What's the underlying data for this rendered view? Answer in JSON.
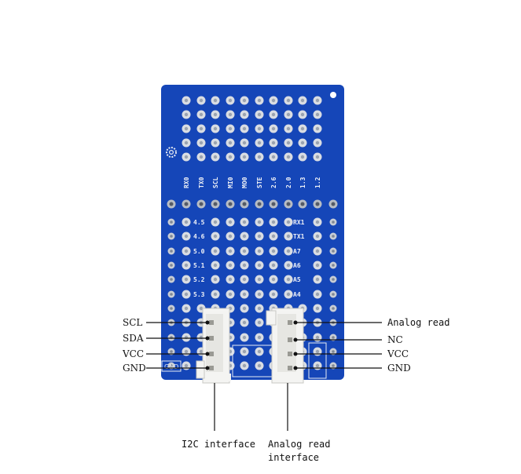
{
  "board": {
    "color": "#1546b8",
    "pin_color": "#d9dde3",
    "top_header_labels": [
      "RX0",
      "TX0",
      "SCL",
      "MI0",
      "MO0",
      "STE",
      "2.6",
      "2.0",
      "1.3",
      "1.2"
    ],
    "left_labels": [
      "4.5",
      "4.6",
      "5.0",
      "5.1",
      "5.2",
      "5.3"
    ],
    "right_labels": [
      "RX1",
      "TX1",
      "A7",
      "A6",
      "A5",
      "A4"
    ],
    "gnd_silk": "GND"
  },
  "left_callouts": {
    "scl": "SCL",
    "sda": "SDA",
    "vcc": "VCC",
    "gnd": "GND"
  },
  "right_callouts": {
    "analog_read": "Analog read",
    "nc": "NC",
    "vcc": "VCC",
    "gnd": "GND"
  },
  "bottom_labels": {
    "i2c": "I2C interface",
    "analog_line1": "Analog read",
    "analog_line2": "interface"
  }
}
